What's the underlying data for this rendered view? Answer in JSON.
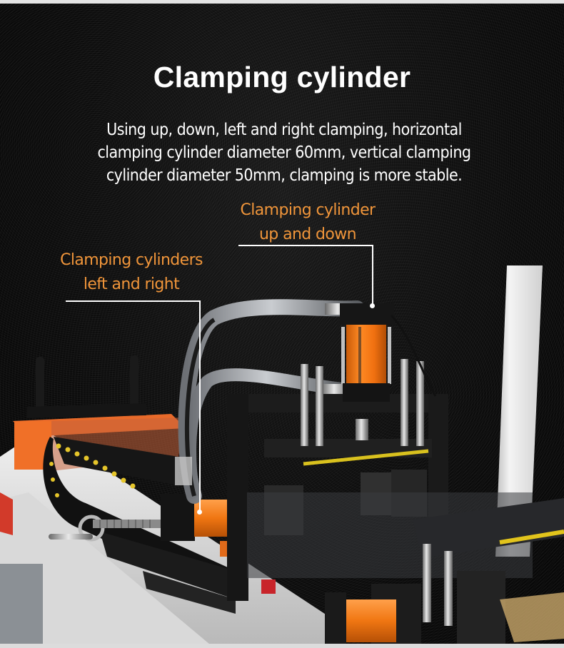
{
  "header": {
    "title": "Clamping cylinder",
    "description": "Using up, down, left and right clamping, horizontal clamping cylinder diameter 60mm, vertical clamping cylinder diameter 50mm, clamping is more stable."
  },
  "callouts": {
    "up_down": {
      "line1": "Clamping cylinder",
      "line2": "up and down"
    },
    "left_right": {
      "line1": "Clamping cylinders",
      "line2": "left and right"
    }
  },
  "specs": {
    "horizontal_cylinder_diameter": "60mm",
    "vertical_cylinder_diameter": "50mm"
  },
  "colors": {
    "background": "#0a0a0a",
    "title_text": "#ffffff",
    "callout_text": "#f0953a",
    "cylinder_orange": "#f07a1a",
    "leader_line": "#ffffff"
  }
}
